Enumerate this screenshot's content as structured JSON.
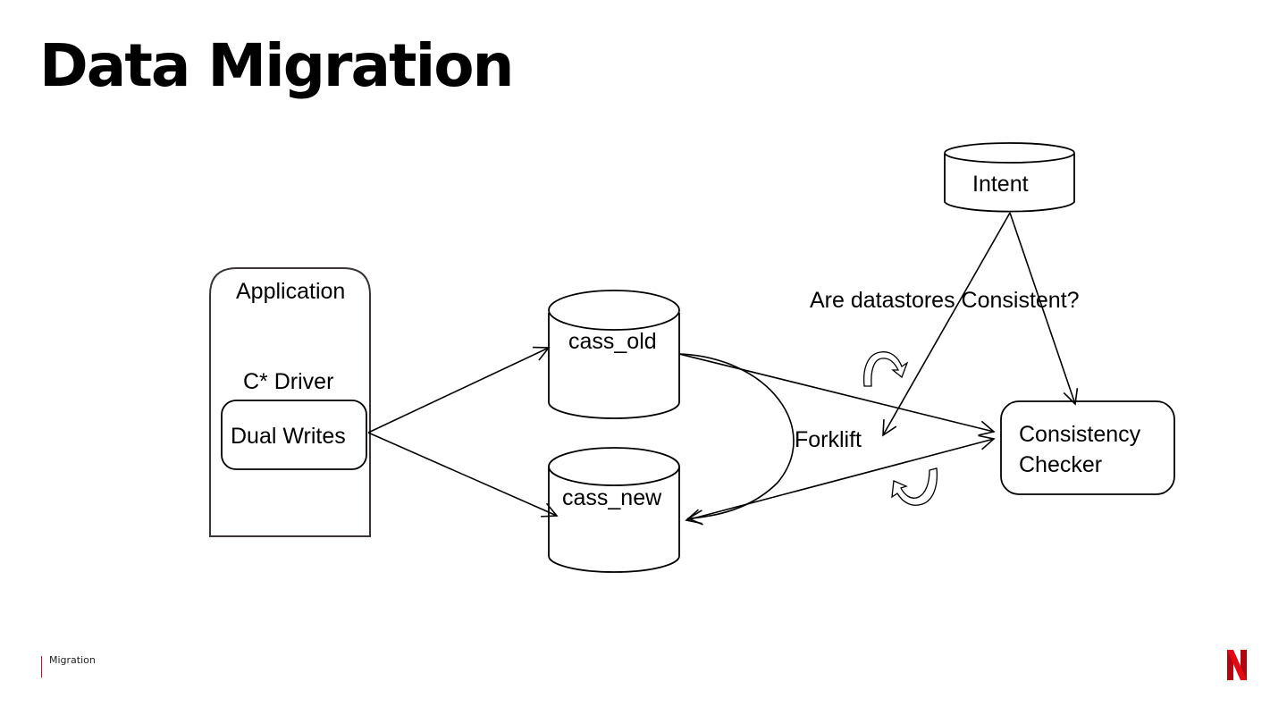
{
  "slide": {
    "title": "Data Migration",
    "footer_section": "Migration",
    "brand_logo": "netflix-n-logo",
    "brand_color": "#e50914",
    "footer_bar_color": "#c8102e"
  },
  "diagram": {
    "nodes": {
      "application": {
        "label": "Application",
        "shape": "rounded-top-rectangle"
      },
      "driver": {
        "label": "C* Driver",
        "shape": "text"
      },
      "dual_writes": {
        "label": "Dual Writes",
        "shape": "rounded-rectangle"
      },
      "cass_old": {
        "label": "cass_old",
        "shape": "cylinder"
      },
      "cass_new": {
        "label": "cass_new",
        "shape": "cylinder"
      },
      "intent": {
        "label": "Intent",
        "shape": "cylinder"
      },
      "checker": {
        "label_line1": "Consistency",
        "label_line2": "Checker",
        "shape": "rounded-rectangle"
      }
    },
    "labels": {
      "question": "Are datastores Consistent?",
      "forklift": "Forklift"
    },
    "edges": [
      {
        "from": "dual_writes",
        "to": "cass_old"
      },
      {
        "from": "dual_writes",
        "to": "cass_new"
      },
      {
        "from": "cass_old",
        "to": "cass_new",
        "label": "Forklift"
      },
      {
        "from": "cass_old",
        "to": "checker"
      },
      {
        "from": "cass_new",
        "to": "checker",
        "bidirectional": true
      },
      {
        "from": "intent",
        "to": "checker"
      },
      {
        "from": "intent",
        "to": "forklift"
      }
    ],
    "icons": [
      "curved-arrow-icon",
      "curved-arrow-icon"
    ]
  }
}
